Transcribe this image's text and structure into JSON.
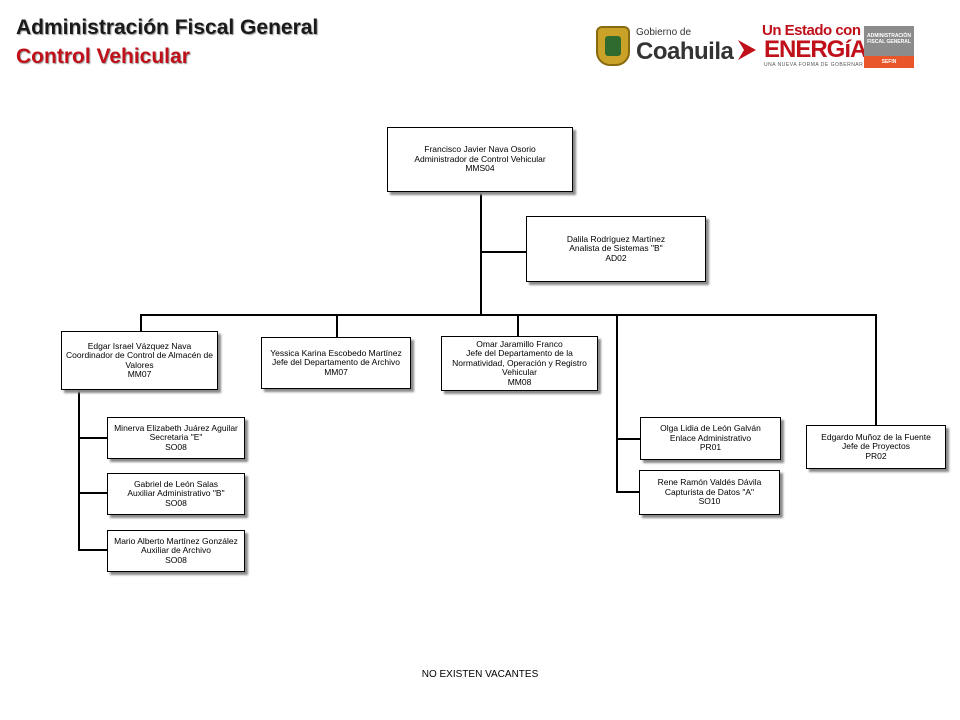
{
  "header": {
    "title": "Administración Fiscal General",
    "subtitle": "Control Vehicular"
  },
  "logos": {
    "coahuila_small": "Gobierno de",
    "coahuila_big": "Coahuila",
    "energia_top": "Un Estado con",
    "energia_big": "ENERGíA",
    "energia_sub": "UNA NUEVA FORMA DE GOBERNAR",
    "sefin_line1": "ADMINISTRACIÓN",
    "sefin_line2": "FISCAL GENERAL",
    "sefin_tag": "SEFIN"
  },
  "nodes": {
    "admin": {
      "name": "Francisco Javier Nava Osorio",
      "role": "Administrador de Control Vehicular",
      "code": "MMS04"
    },
    "analista": {
      "name": "Dalila Rodríguez Martínez",
      "role": "Analista de Sistemas \"B\"",
      "code": "AD02"
    },
    "coord": {
      "name": "Edgar Israel Vázquez Nava",
      "role": "Coordinador de Control de Almacén de Valores",
      "code": "MM07"
    },
    "archivo": {
      "name": "Yessica Karina Escobedo Martínez",
      "role": "Jefe del Departamento de Archivo",
      "code": "MM07"
    },
    "normatividad": {
      "name": "Omar Jaramillo Franco",
      "role": "Jefe del Departamento de la Normatividad, Operación y Registro Vehicular",
      "code": "MM08"
    },
    "secretaria": {
      "name": "Minerva Elizabeth Juárez Aguilar",
      "role": "Secretaria \"E\"",
      "code": "SO08"
    },
    "auxiliar_admin": {
      "name": "Gabriel de León Salas",
      "role": "Auxiliar Administrativo \"B\"",
      "code": "SO08"
    },
    "auxiliar_archivo": {
      "name": "Mario Alberto Martínez González",
      "role": "Auxiliar de Archivo",
      "code": "SO08"
    },
    "enlace": {
      "name": "Olga Lidia de León Galván",
      "role": "Enlace Administrativo",
      "code": "PR01"
    },
    "capturista": {
      "name": "Rene Ramón Valdés Dávila",
      "role": "Capturista de Datos \"A\"",
      "code": "SO10"
    },
    "proyectos": {
      "name": "Edgardo Muñoz de la Fuente",
      "role": "Jefe de Proyectos",
      "code": "PR02"
    }
  },
  "footer": {
    "text": "NO EXISTEN VACANTES"
  }
}
